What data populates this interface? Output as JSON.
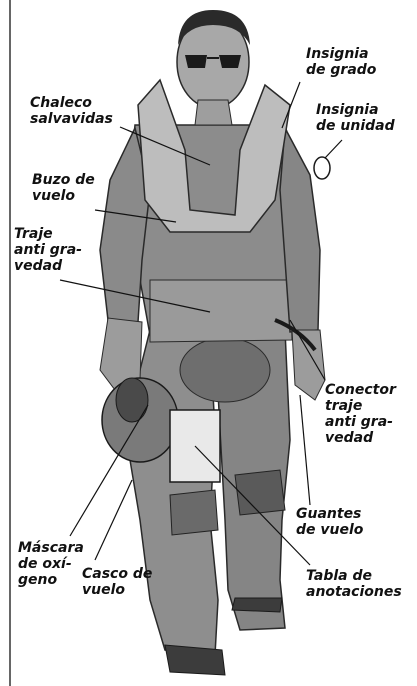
{
  "colors": {
    "ink": "#1a1a1a",
    "flight_suit": "#8c8c8c",
    "flight_suit_shadow": "#5e5e5e",
    "vest": "#bdbdbd",
    "skin": "#a8a8a8",
    "hair": "#2a2a2a",
    "board": "#e9e9e9"
  },
  "labels": {
    "insignia_grado": [
      "Insignia",
      "de grado"
    ],
    "insignia_unidad": [
      "Insignia",
      "de unidad"
    ],
    "chaleco": [
      "Chaleco",
      "salvavidas"
    ],
    "buzo": [
      "Buzo de",
      "vuelo"
    ],
    "traje": [
      "Traje",
      "anti gra-",
      "vedad"
    ],
    "conector": [
      "Conector",
      "traje",
      "anti gra-",
      "vedad"
    ],
    "guantes": [
      "Guantes",
      "de vuelo"
    ],
    "mascara": [
      "Máscara",
      "de oxí-",
      "geno"
    ],
    "casco": [
      "Casco de",
      "vuelo"
    ],
    "tabla": [
      "Tabla de",
      "anotaciones"
    ]
  }
}
